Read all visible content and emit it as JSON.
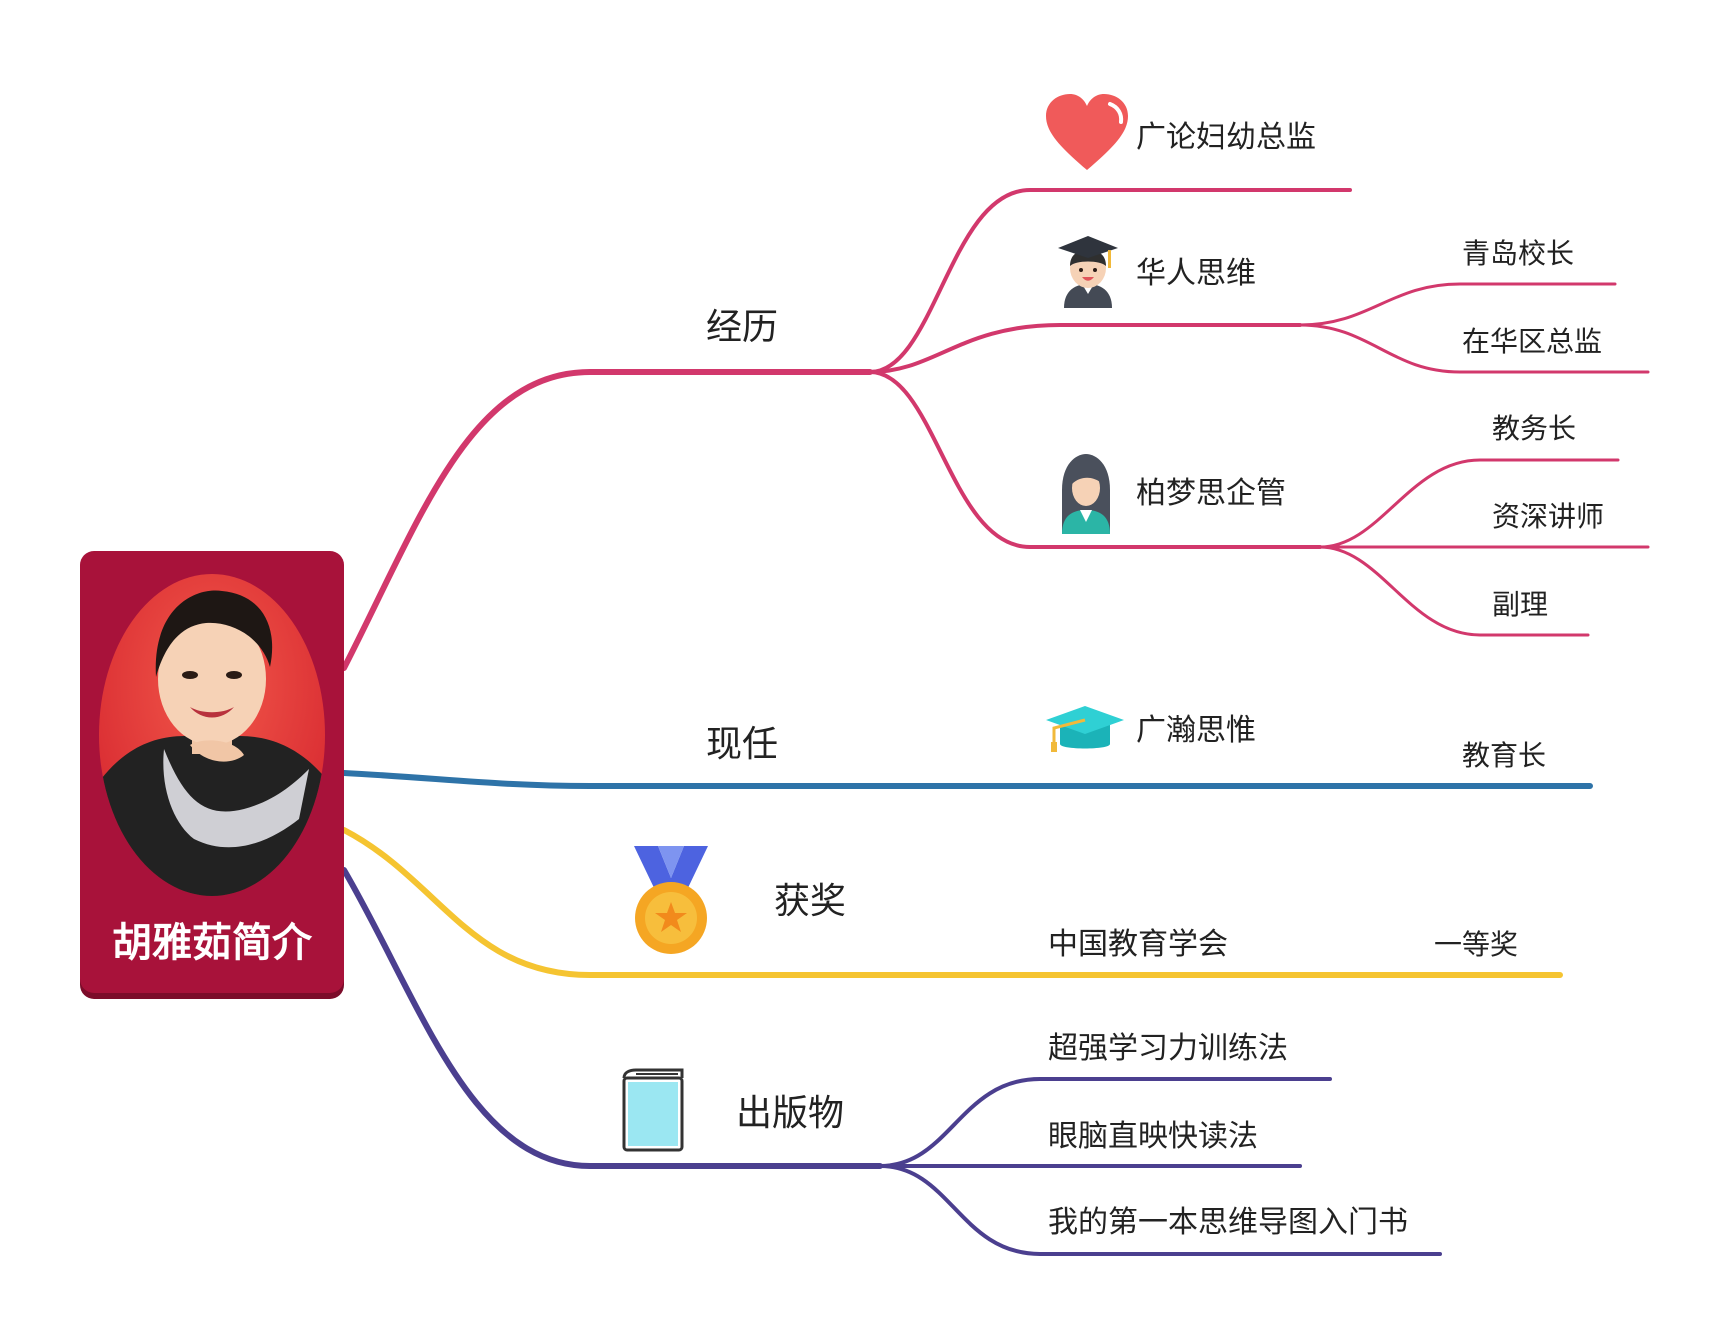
{
  "root": {
    "title": "胡雅茹简介"
  },
  "branches": {
    "experience": {
      "label": "经历",
      "color": "#d2386c",
      "children": {
        "guanglun": {
          "label": "广论妇幼总监",
          "icon": "heart-icon"
        },
        "huaren": {
          "label": "华人思维",
          "icon": "graduate-student-icon",
          "roles": [
            "青岛校长",
            "在华区总监"
          ]
        },
        "bomeng": {
          "label": "柏梦思企管",
          "icon": "woman-avatar-icon",
          "roles": [
            "教务长",
            "资深讲师",
            "副理"
          ]
        }
      }
    },
    "current": {
      "label": "现任",
      "color": "#2e73a8",
      "org": {
        "label": "广瀚思惟",
        "icon": "graduation-cap-icon"
      },
      "role": "教育长"
    },
    "awards": {
      "label": "获奖",
      "color": "#f5c431",
      "icon": "medal-icon",
      "org": "中国教育学会",
      "prize": "一等奖"
    },
    "publications": {
      "label": "出版物",
      "color": "#4b3f8f",
      "icon": "book-icon",
      "books": [
        "超强学习力训练法",
        "眼脑直映快读法",
        "我的第一本思维导图入门书"
      ]
    }
  }
}
